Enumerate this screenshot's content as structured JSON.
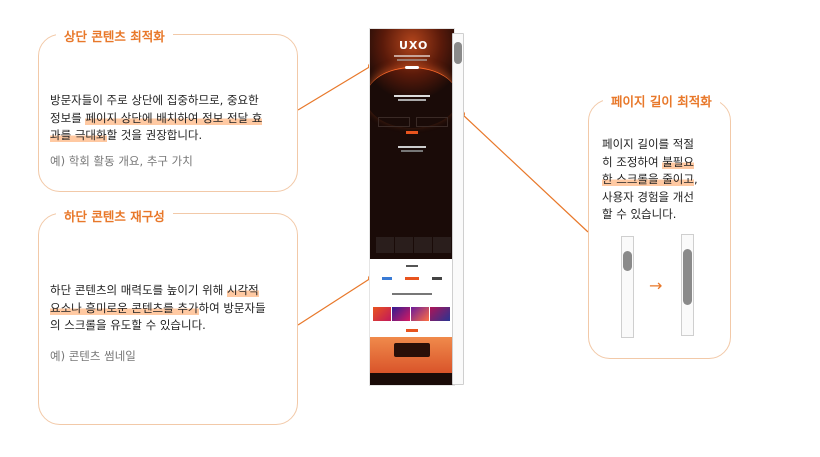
{
  "top_card": {
    "title": "상단 콘텐츠 최적화",
    "body_line1": "방문자들이 주로 상단에 집중하므로, 중요한",
    "body_line2_pre": "정보를 ",
    "body_line2_hl": "페이지 상단에 배치하여 정보 전달 효",
    "body_line3_hl": "과를 극대화",
    "body_line3_post": "할 것을 권장합니다.",
    "example": "예) 학회 활동 개요, 추구 가치"
  },
  "bottom_card": {
    "title": "하단 콘텐츠 재구성",
    "body_line1_pre": "하단 콘텐츠의 매력도를 높이기 위해 ",
    "body_line1_hl": "시각적",
    "body_line2_hl": "요소나 흥미로운 콘텐츠를 추가",
    "body_line2_post": "하여 방문자들",
    "body_line3": "의 스크롤을 유도할 수 있습니다.",
    "example": "예) 콘텐츠 썸네일"
  },
  "right_card": {
    "title": "페이지 길이 최적화",
    "line1": "페이지 길이를 적절",
    "line2_pre": "히 조정하여 ",
    "line2_hl": "불필요",
    "line3_hl": "한 스크롤을 줄이고",
    "line3_post": ",",
    "line4": "사용자 경험을 개선",
    "line5": "할 수 있습니다.",
    "arrow": "→"
  },
  "mockup": {
    "logo": "UXO",
    "colors": {
      "dark": "#1a0b08",
      "accent": "#e8541e",
      "highlight": "#ffc9a2",
      "border": "#f2c9a8",
      "title": "#e8782a"
    }
  }
}
